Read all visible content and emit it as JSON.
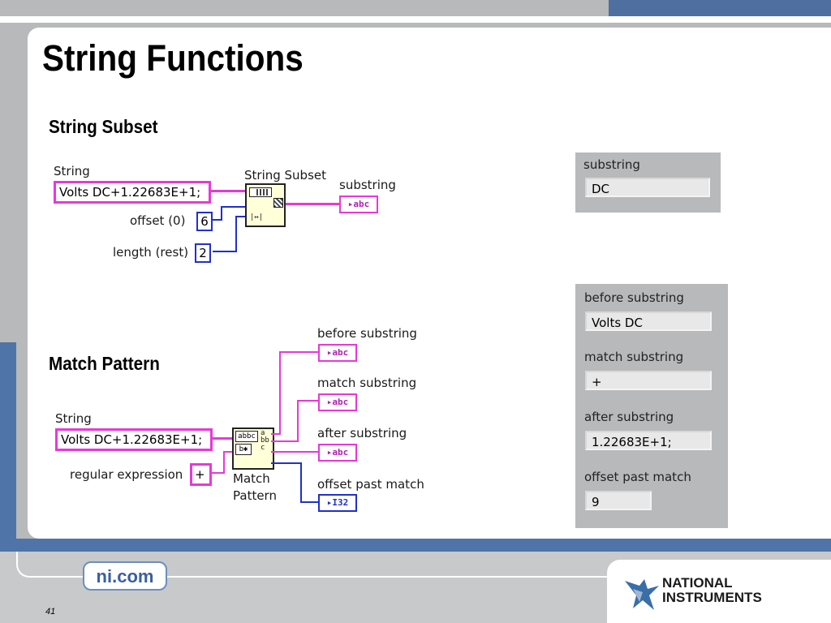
{
  "slide": {
    "title": "String Functions",
    "page_number": "41",
    "footer_link": "ni.com",
    "logo_line1": "NATIONAL",
    "logo_line2": "INSTRUMENTS"
  },
  "string_subset": {
    "heading": "String Subset",
    "diagram": {
      "string_label": "String",
      "string_value": "Volts DC+1.22683E+1;",
      "function_label": "String Subset",
      "offset_label": "offset (0)",
      "offset_value": "6",
      "length_label": "length (rest)",
      "length_value": "2",
      "output_label": "substring",
      "output_type": "abc"
    },
    "front_panel": {
      "label": "substring",
      "value": "DC"
    }
  },
  "match_pattern": {
    "heading": "Match Pattern",
    "diagram": {
      "string_label": "String",
      "string_value": "Volts DC+1.22683E+1;",
      "regex_label": "regular expression",
      "regex_value": "+",
      "function_label_line1": "Match",
      "function_label_line2": "Pattern",
      "outputs": [
        {
          "label": "before substring",
          "type": "abc"
        },
        {
          "label": "match substring",
          "type": "abc"
        },
        {
          "label": "after substring",
          "type": "abc"
        },
        {
          "label": "offset past match",
          "type": "I32"
        }
      ]
    },
    "front_panel": [
      {
        "label": "before substring",
        "value": "Volts DC"
      },
      {
        "label": "match substring",
        "value": "+"
      },
      {
        "label": "after substring",
        "value": "1.22683E+1;"
      },
      {
        "label": "offset past match",
        "value": "9"
      }
    ]
  },
  "colors": {
    "string_wire": "#e838d8",
    "numeric_wire": "#1f30d0",
    "accent_blue": "#4f74a8"
  }
}
